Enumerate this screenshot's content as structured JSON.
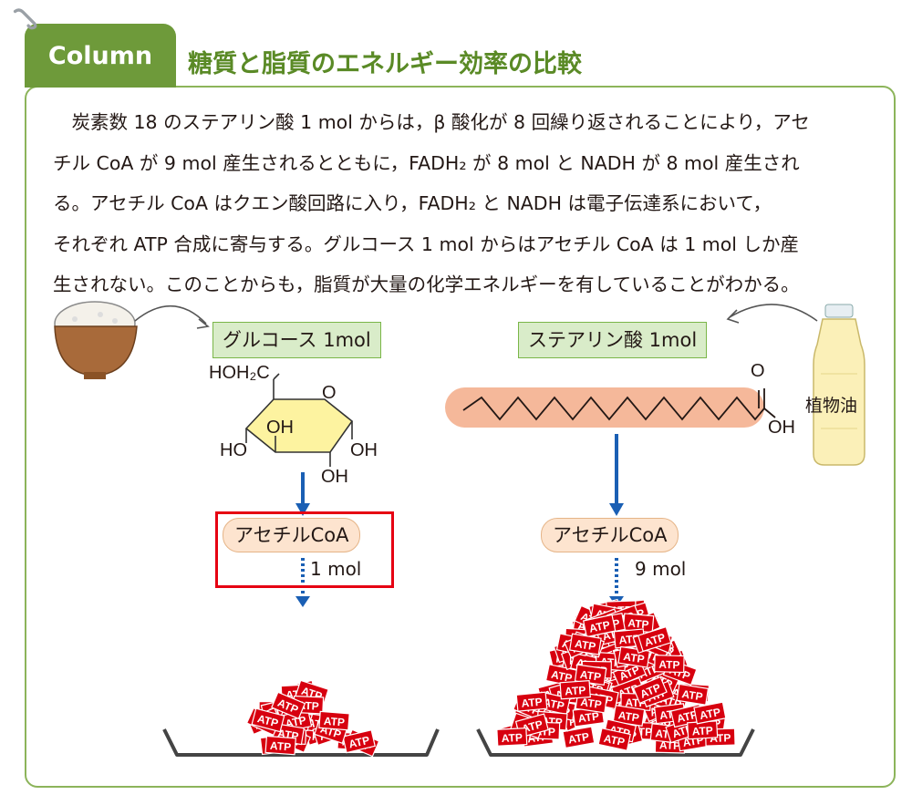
{
  "header": {
    "tab_label": "Column",
    "title": "糖質と脂質のエネルギー効率の比較"
  },
  "paragraph": {
    "lines": [
      "　炭素数 18 のステアリン酸 1 mol からは，β 酸化が 8 回繰り返されることにより，アセ",
      "チル CoA が 9 mol 産生されるとともに，FADH₂ が 8 mol と NADH が 8 mol 産生され",
      "る。アセチル CoA はクエン酸回路に入り，FADH₂ と NADH は電子伝達系において，",
      "それぞれ ATP 合成に寄与する。グルコース 1 mol からはアセチル CoA は 1 mol しか産",
      "生されない。このことからも，脂質が大量の化学エネルギーを有していることがわかる。"
    ]
  },
  "left": {
    "label": "グルコース 1mol",
    "structure": {
      "hoh2c": "HOH₂C",
      "ring_o": "O",
      "oh_inner": "OH",
      "ho_left": "HO",
      "oh_right": "OH",
      "oh_bottom": "OH"
    },
    "acetyl": "アセチルCoA",
    "amount": "1 mol"
  },
  "right": {
    "label": "ステアリン酸 1mol",
    "structure": {
      "carbonyl_o": "O",
      "oh": "OH"
    },
    "bottle_label": "植物油",
    "acetyl": "アセチルCoA",
    "amount": "9 mol"
  },
  "atp_text": "ATP",
  "colors": {
    "green_dark": "#6e9a3a",
    "green_title": "#5a8a26",
    "arrow_blue": "#1a5fb4",
    "atp_red": "#d7000f",
    "highlight_red": "#e60012"
  },
  "icons": [
    "rice-bowl-icon",
    "oil-bottle-icon",
    "paperclip-icon"
  ]
}
